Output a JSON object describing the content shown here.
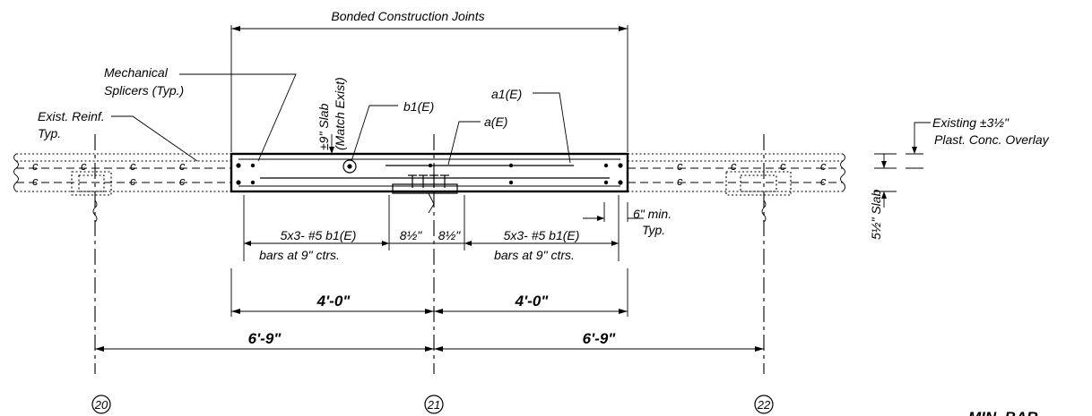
{
  "labels": {
    "bonded_joints": "Bonded Construction Joints",
    "mech_splicers_1": "Mechanical",
    "mech_splicers_2": "Splicers (Typ.)",
    "exist_reinf_1": "Exist. Reinf.",
    "exist_reinf_2": "Typ.",
    "slab_thickness": "±9\" Slab",
    "match_exist": "(Match Exist)",
    "b1e": "b1(E)",
    "a1e": "a1(E)",
    "ae": "a(E)",
    "existing_overlay_1": "Existing ±3½\"",
    "existing_overlay_2": "Plast. Conc. Overlay",
    "slab_5half": "5½\" Slab",
    "six_min_1": "6\" min.",
    "six_min_2": "Typ.",
    "bars_left": "5x3- #5 b1(E)",
    "bars_right": "5x3- #5 b1(E)",
    "ctrs_left": "bars at 9\" ctrs.",
    "ctrs_right": "bars at 9\" ctrs.",
    "eight_half_left": "8½\"",
    "eight_half_right": "8½\"",
    "dim_4_0_left": "4'-0\"",
    "dim_4_0_right": "4'-0\"",
    "dim_6_9_left": "6'-9\"",
    "dim_6_9_right": "6'-9\"",
    "grid_20": "20",
    "grid_21": "21",
    "grid_22": "22",
    "min_bar": "MIN. BAR"
  }
}
